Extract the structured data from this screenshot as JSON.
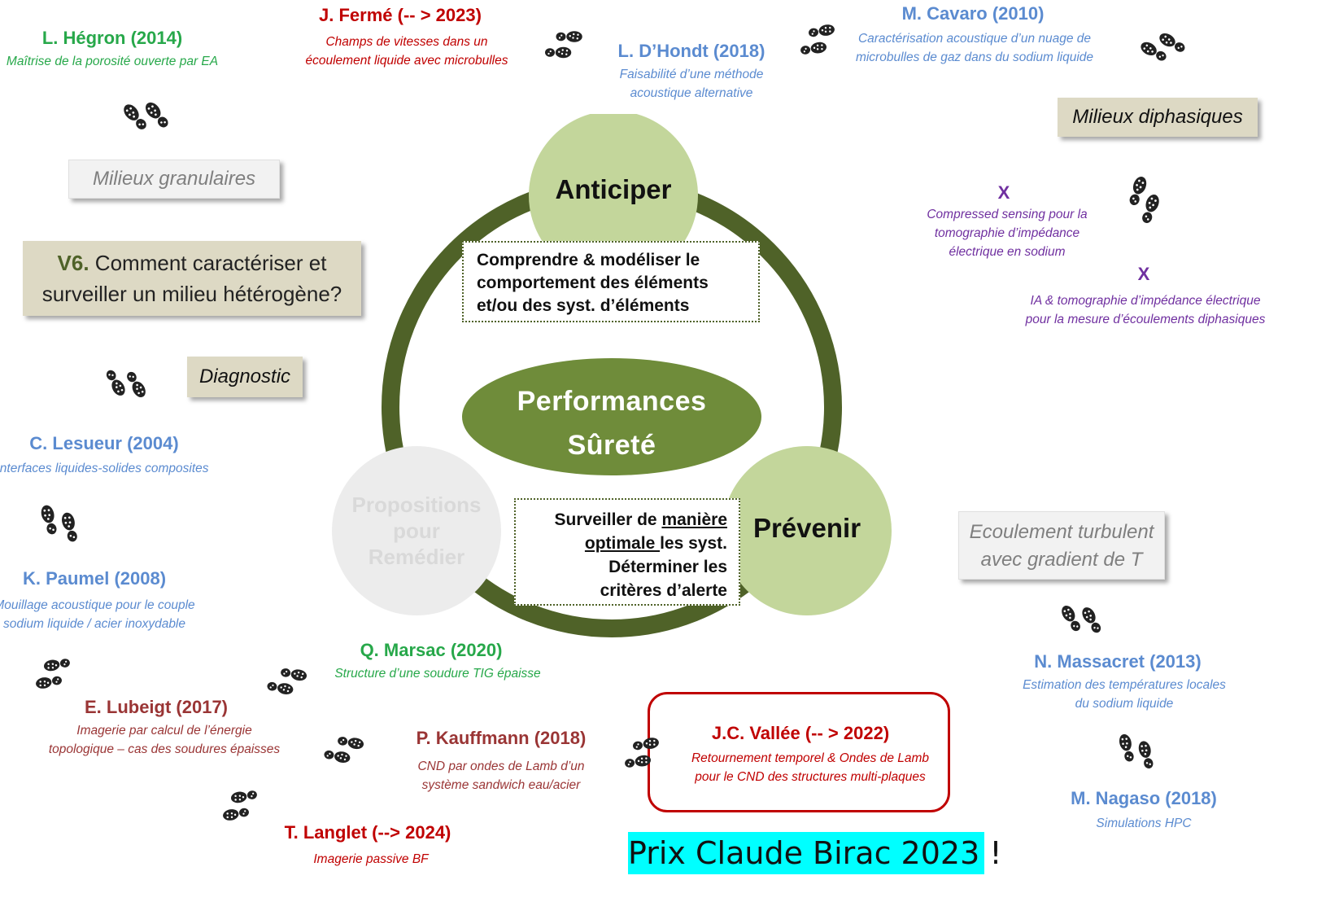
{
  "center": {
    "title_line1": "Performances",
    "title_line2": "Sûreté",
    "anticiper": "Anticiper",
    "prevenir": "Prévenir",
    "remedier_line1": "Propositions",
    "remedier_line2": "pour",
    "remedier_line3": "Remédier",
    "box_top_line1": "Comprendre & modéliser le",
    "box_top_line2": "comportement des éléments",
    "box_top_line3": "et/ou des syst. d’éléments",
    "box_bottom_line1_a": "Surveiller de ",
    "box_bottom_line1_b": "manière",
    "box_bottom_line2_a": "optimale ",
    "box_bottom_line2_b": "les syst.",
    "box_bottom_line3": "Déterminer les",
    "box_bottom_line4": "critères d’alerte"
  },
  "question": {
    "prefix": "V6.",
    "line1": " Comment caractériser et",
    "line2": "surveiller  un milieu hétérogène?"
  },
  "labels": {
    "granulaires": "Milieux granulaires",
    "diagnostic": "Diagnostic",
    "diphasiques": "Milieux diphasiques",
    "turbulent_line1": "Ecoulement turbulent",
    "turbulent_line2": "avec gradient de T"
  },
  "theses": {
    "hegron": {
      "name": "L. Hégron (2014)",
      "desc": "Maîtrise de la porosité ouverte par EA"
    },
    "ferme": {
      "name": "J. Fermé (-- > 2023)",
      "desc1": "Champs de vitesses dans un",
      "desc2": "écoulement liquide avec microbulles"
    },
    "dhondt": {
      "name": "L. D’Hondt (2018)",
      "desc1": "Faisabilité d’une méthode",
      "desc2": "acoustique alternative"
    },
    "cavaro": {
      "name": "M. Cavaro (2010)",
      "desc1": "Caractérisation acoustique d’un nuage de",
      "desc2": "microbulles de gaz dans du sodium liquide"
    },
    "x1": {
      "name": "X",
      "desc1": "Compressed sensing pour la",
      "desc2": "tomographie d’impédance",
      "desc3": "électrique en sodium"
    },
    "x2": {
      "name": "X",
      "desc1": "IA & tomographie d’impédance électrique",
      "desc2": "pour la mesure d’écoulements diphasiques"
    },
    "lesueur": {
      "name": "C. Lesueur (2004)",
      "desc": "Interfaces liquides-solides composites"
    },
    "paumel": {
      "name": "K. Paumel (2008)",
      "desc1": "Mouillage acoustique pour le couple",
      "desc2": "sodium liquide / acier inoxydable"
    },
    "marsac": {
      "name": "Q. Marsac (2020)",
      "desc": "Structure d’une soudure TIG épaisse"
    },
    "lubeigt": {
      "name": "E. Lubeigt (2017)",
      "desc1": "Imagerie par calcul de l’énergie",
      "desc2": "topologique – cas des soudures épaisses"
    },
    "kauffmann": {
      "name": "P. Kauffmann (2018)",
      "desc1": "CND par ondes de Lamb d’un",
      "desc2": "système sandwich eau/acier"
    },
    "vallee": {
      "name": "J.C. Vallée (-- > 2022)",
      "desc1": "Retournement temporel & Ondes de Lamb",
      "desc2": "pour le CND des structures multi-plaques"
    },
    "langlet": {
      "name": "T. Langlet (--> 2024)",
      "desc": "Imagerie passive BF"
    },
    "massacret": {
      "name": "N. Massacret (2013)",
      "desc1": "Estimation des températures locales",
      "desc2": "du sodium liquide"
    },
    "nagaso": {
      "name": "M. Nagaso (2018)",
      "desc": "Simulations HPC"
    }
  },
  "prize": "Prix Claude Birac 2023 !",
  "colors": {
    "ring": "#4f6228",
    "center_fill": "#6f8c3a",
    "light_circle": "#c3d69b",
    "remedier_circle": "#ececec",
    "prize_bg": "#00ffff",
    "vallee_border": "#c00000"
  },
  "icons": [
    "footprints-icon"
  ]
}
